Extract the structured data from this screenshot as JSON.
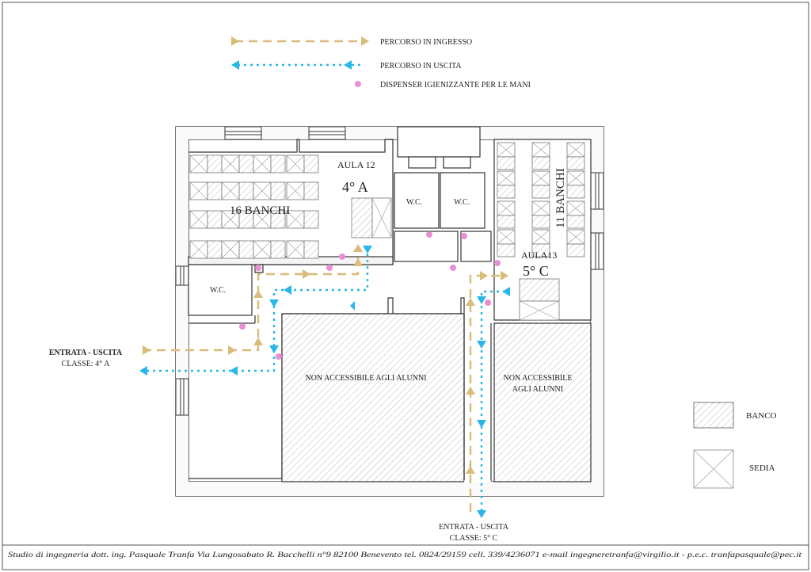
{
  "legend": {
    "entry_path": "PERCORSO IN INGRESSO",
    "exit_path": "PERCORSO IN USCITA",
    "dispenser": "DISPENSER IGIENIZZANTE PER LE MANI",
    "desk": "BANCO",
    "chair": "SEDIA"
  },
  "rooms": {
    "aula12_title": "AULA 12",
    "aula12_class": "4° A",
    "aula12_desks": "16 BANCHI",
    "aula13_title": "AULA13",
    "aula13_class": "5° C",
    "aula13_desks": "11 BANCHI",
    "wc": "W.C.",
    "restricted_1": "NON ACCESSIBILE AGLI ALUNNI",
    "restricted_2_line1": "NON ACCESSIBILE",
    "restricted_2_line2": "AGLI ALUNNI"
  },
  "entrances": {
    "class4a_line1": "ENTRATA - USCITA",
    "class4a_line2": "CLASSE: 4° A",
    "class5c_line1": "ENTRATA - USCITA",
    "class5c_line2": "CLASSE: 5° C"
  },
  "footer": "Studio di ingegneria dott. ing. Pasquale Tranfa Via Lungosabato R. Bacchelli n°9 82100 Benevento tel. 0824/29159 cell. 339/4236071 e-mail ingegneretranfa@virgilio.it - p.e.c. tranfapasquale@pec.it",
  "colors": {
    "entry": "#d9bc7a",
    "exit": "#29b6e8",
    "dispenser": "#e98fd6",
    "wall": "#333333",
    "hatch": "#b9b9b9"
  }
}
